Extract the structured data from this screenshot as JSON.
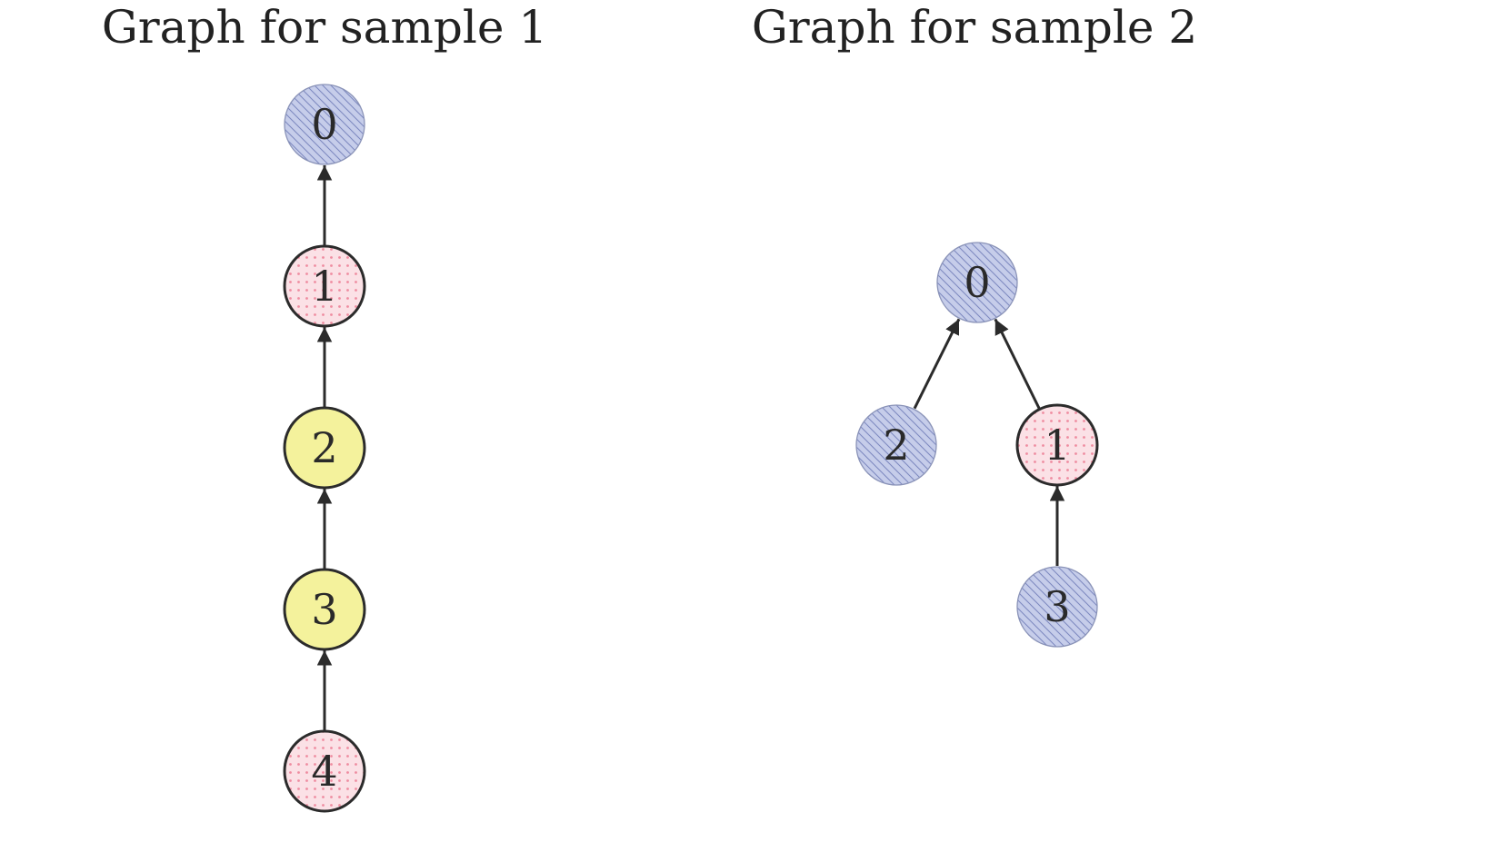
{
  "graphs": [
    {
      "title": "Graph for sample 1",
      "nodes": [
        {
          "id": "0",
          "style": "blue"
        },
        {
          "id": "1",
          "style": "pink"
        },
        {
          "id": "2",
          "style": "yellow"
        },
        {
          "id": "3",
          "style": "yellow"
        },
        {
          "id": "4",
          "style": "pink"
        }
      ],
      "edges": [
        {
          "from": "1",
          "to": "0"
        },
        {
          "from": "2",
          "to": "1"
        },
        {
          "from": "3",
          "to": "2"
        },
        {
          "from": "4",
          "to": "3"
        }
      ]
    },
    {
      "title": "Graph for sample 2",
      "nodes": [
        {
          "id": "0",
          "style": "blue"
        },
        {
          "id": "2",
          "style": "blue"
        },
        {
          "id": "1",
          "style": "pink"
        },
        {
          "id": "3",
          "style": "blue"
        }
      ],
      "edges": [
        {
          "from": "2",
          "to": "0"
        },
        {
          "from": "1",
          "to": "0"
        },
        {
          "from": "3",
          "to": "1"
        }
      ]
    }
  ],
  "node_styles": {
    "blue": {
      "fill": "#c6cdea",
      "pattern": "hatch",
      "pattern_color": "#7c88bf",
      "stroke": "#8a93b8",
      "thick_border": false
    },
    "pink": {
      "fill": "#fbe1e6",
      "pattern": "dots",
      "pattern_color": "#ef8ca0",
      "stroke": "#2b2b2b",
      "thick_border": true
    },
    "yellow": {
      "fill": "#f4f29c",
      "pattern": "none",
      "pattern_color": "",
      "stroke": "#2b2b2b",
      "thick_border": true
    }
  },
  "edge_color": "#2b2b2b"
}
